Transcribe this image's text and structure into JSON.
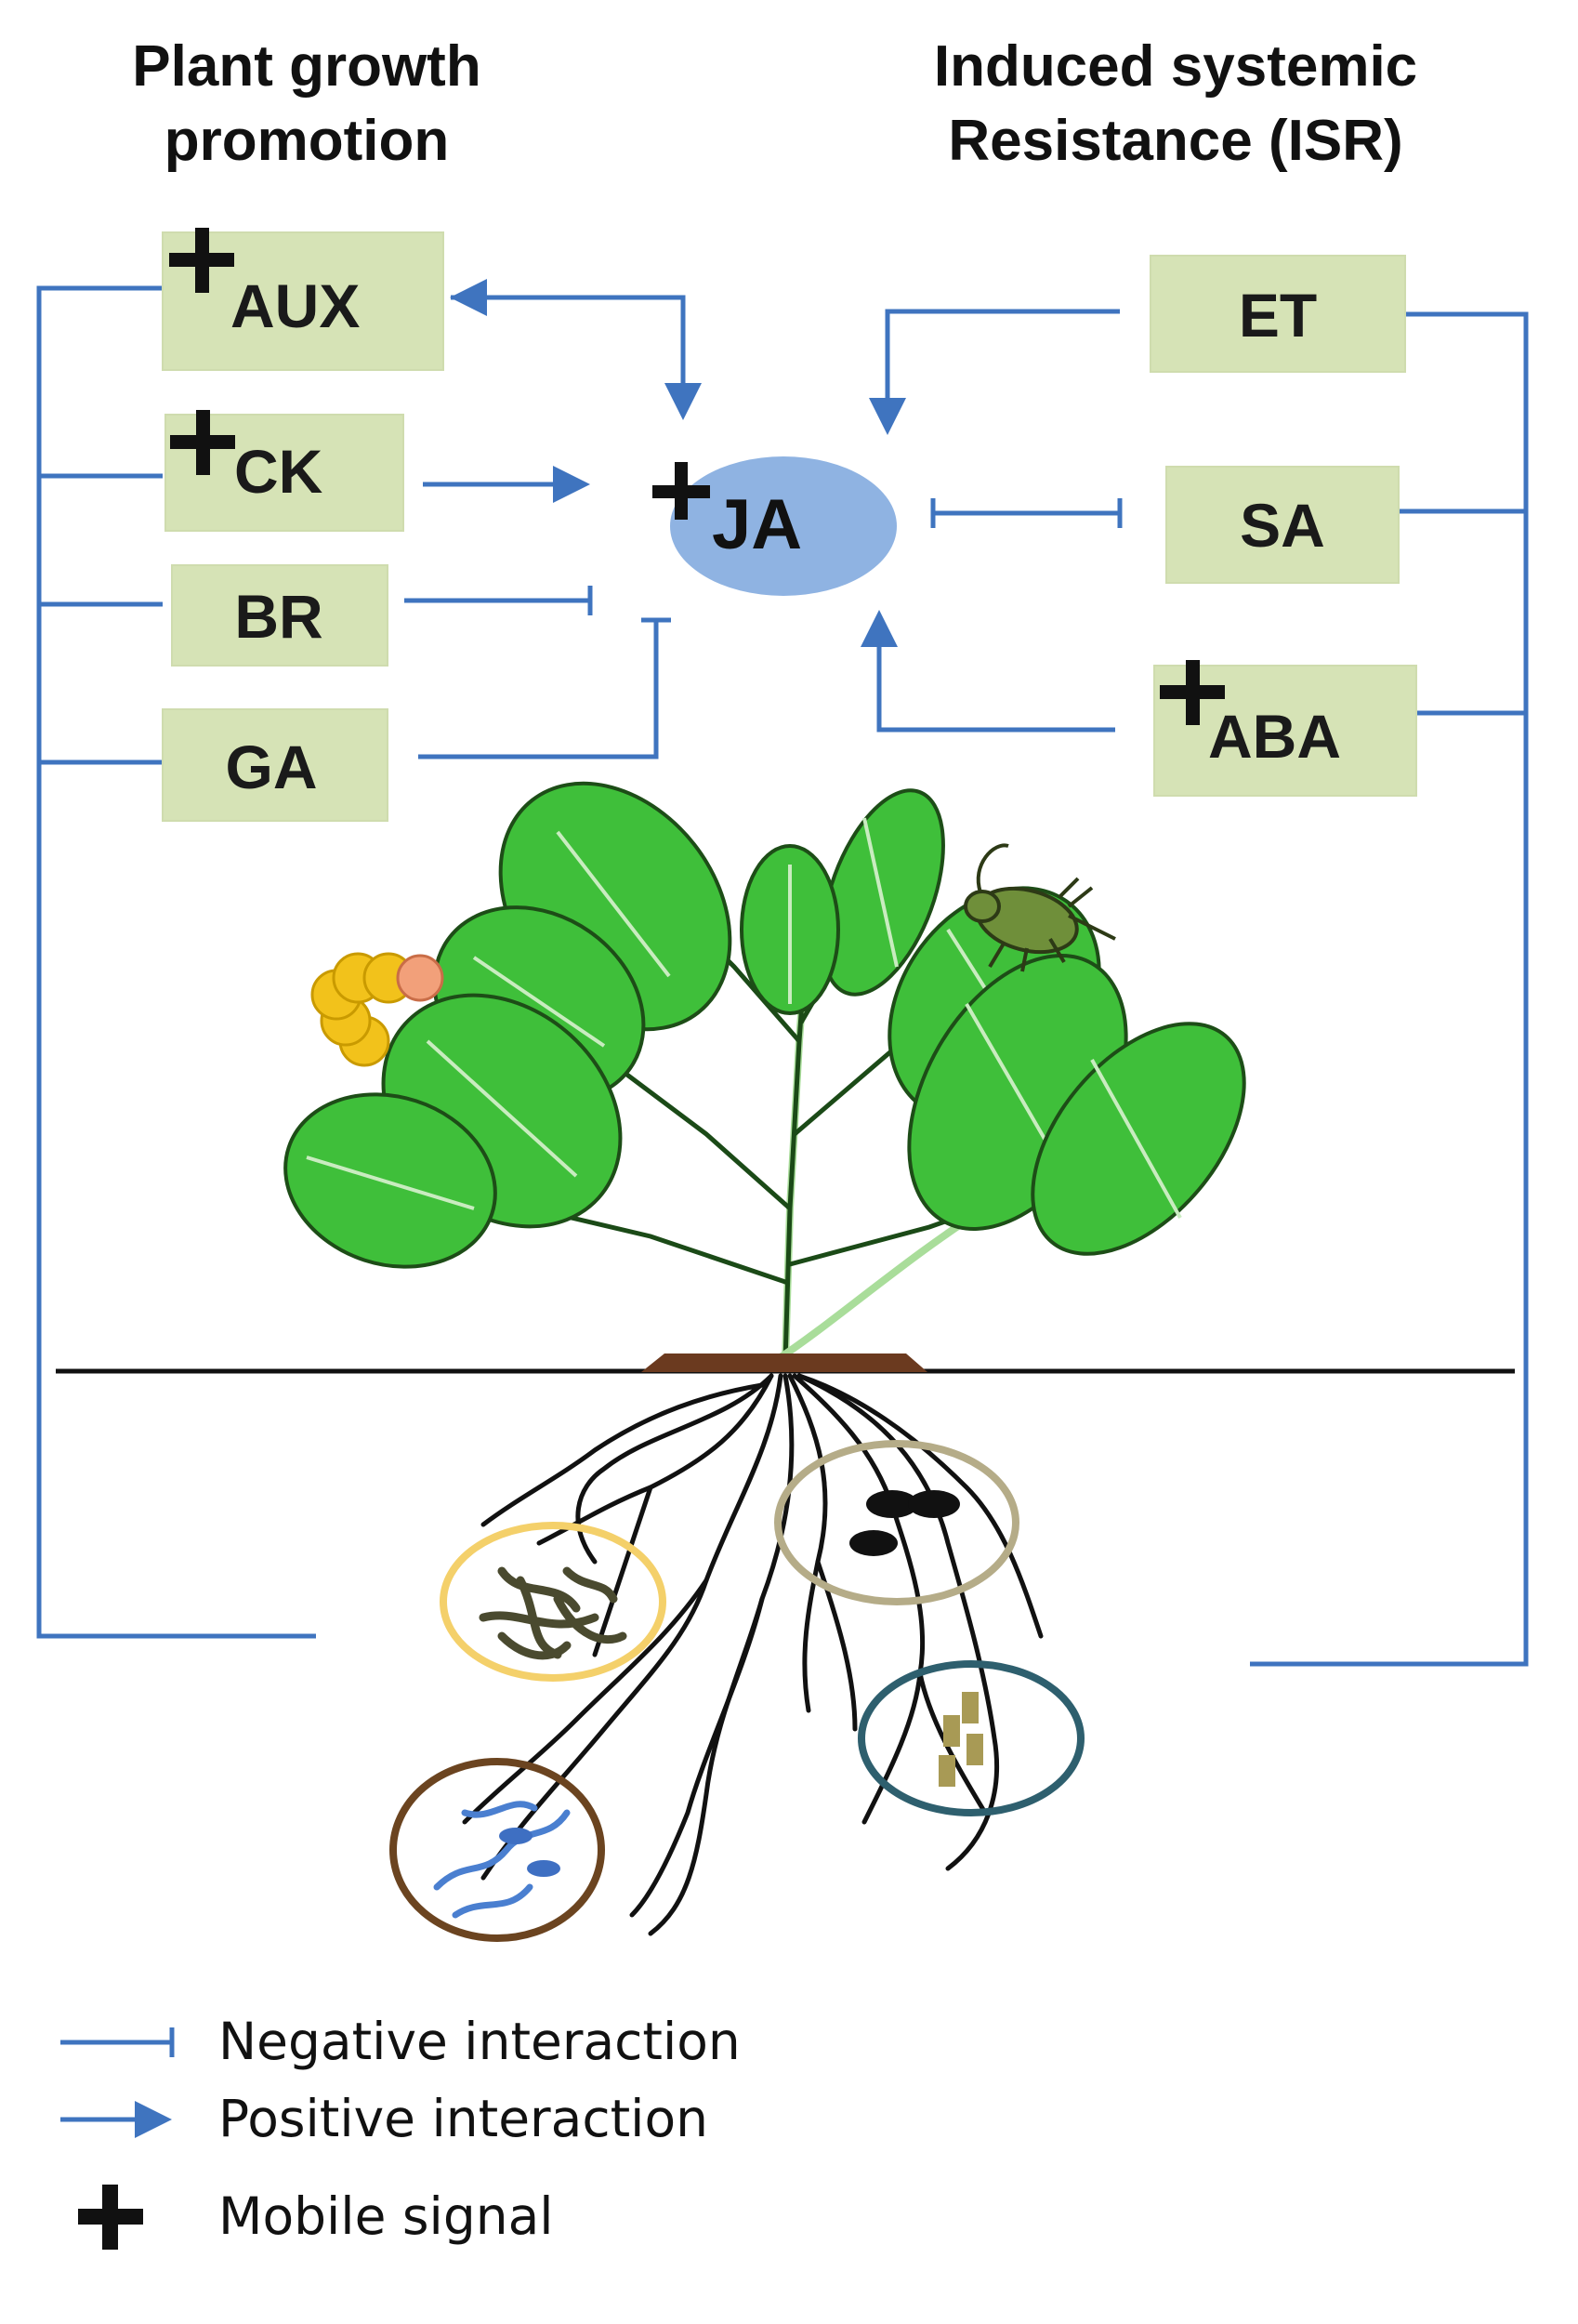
{
  "titles": {
    "left": [
      "Plant growth",
      "promotion"
    ],
    "right": [
      "Induced systemic",
      "Resistance (ISR)"
    ]
  },
  "nodes": {
    "aux": "AUX",
    "ck": "CK",
    "br": "BR",
    "ga": "GA",
    "ja": "JA",
    "et": "ET",
    "sa": "SA",
    "aba": "ABA",
    "mobile_mark": "+"
  },
  "legend": {
    "negative": "Negative  interaction",
    "positive": "Positive interaction",
    "mobile": "Mobile signal"
  },
  "colors": {
    "arrow": "#3f74bf",
    "box": "#d6e3b6",
    "ja_ellipse": "#8fb3e2",
    "leaf": "#3fbf3a"
  }
}
